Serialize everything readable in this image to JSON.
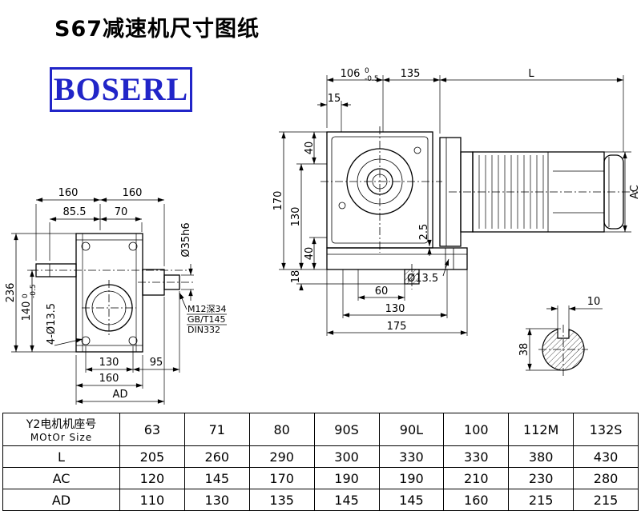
{
  "title": "S67减速机尺寸图纸",
  "logo_text": "BOSERL",
  "front_view": {
    "dim_106": "106",
    "dim_106_tol_upper": "0",
    "dim_106_tol_lower": "-0.5",
    "dim_135": "135",
    "dim_L": "L",
    "dim_15": "15",
    "dim_40_top": "40",
    "dim_170": "170",
    "dim_130_left": "130",
    "dim_40_bottom": "40",
    "dim_18": "18",
    "dim_2_5": "2.5",
    "dim_AC": "AC",
    "dim_60": "60",
    "dim_130_bottom": "130",
    "dim_175": "175",
    "dim_hole": "Ø13.5"
  },
  "side_view": {
    "dim_160_left": "160",
    "dim_160_right": "160",
    "dim_85_5": "85.5",
    "dim_70": "70",
    "dim_shaft_dia": "Ø35h6",
    "dim_236": "236",
    "dim_140": "140",
    "dim_140_tol_upper": "0",
    "dim_140_tol_lower": "-0.5",
    "dim_4_holes": "4-Ø13.5",
    "dim_130": "130",
    "dim_95": "95",
    "dim_160_bottom": "160",
    "dim_AD": "AD",
    "note_line1": "M12深34",
    "note_line2": "GB/T145",
    "note_line3": "DIN332"
  },
  "section_view": {
    "dim_10": "10",
    "dim_38": "38"
  },
  "table": {
    "motor_label_cn": "Y2电机机座号",
    "motor_label_en": "MOtOr Size",
    "sizes": [
      "63",
      "71",
      "80",
      "90S",
      "90L",
      "100",
      "112M",
      "132S"
    ],
    "rows": [
      {
        "label": "L",
        "values": [
          "205",
          "260",
          "290",
          "300",
          "330",
          "330",
          "380",
          "430"
        ]
      },
      {
        "label": "AC",
        "values": [
          "120",
          "145",
          "170",
          "190",
          "190",
          "210",
          "230",
          "280"
        ]
      },
      {
        "label": "AD",
        "values": [
          "110",
          "130",
          "135",
          "145",
          "145",
          "160",
          "215",
          "215"
        ]
      }
    ]
  }
}
